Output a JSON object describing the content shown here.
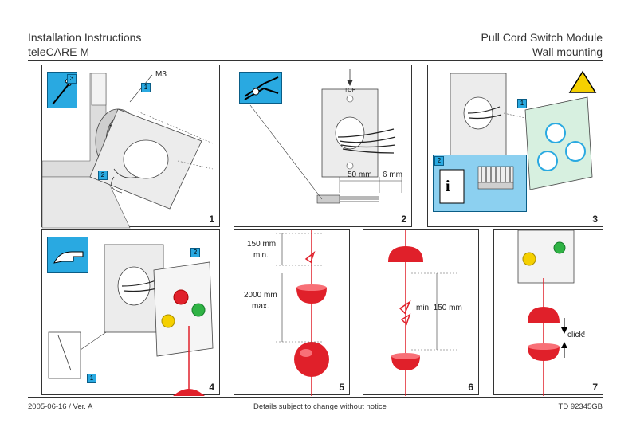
{
  "header": {
    "left_line1": "Installation Instructions",
    "left_line2": "teleCARE M",
    "right_line1": "Pull Cord Switch Module",
    "right_line2": "Wall mounting"
  },
  "footer": {
    "date_version": "2005-06-16 / Ver. A",
    "notice": "Details subject to change without notice",
    "doc_id": "TD 92345GB"
  },
  "panels": [
    {
      "number": "1",
      "screw_label": "M3",
      "tags": [
        "1",
        "2"
      ]
    },
    {
      "number": "2",
      "top_label": "TOP",
      "dim_a": "50 mm",
      "dim_b": "6 mm"
    },
    {
      "number": "3",
      "tags": [
        "1",
        "2"
      ]
    },
    {
      "number": "4",
      "tags": [
        "1",
        "2"
      ]
    },
    {
      "number": "5",
      "dim_top": "150 mm",
      "dim_top_suffix": "min.",
      "dim_mid": "2000 mm",
      "dim_mid_suffix": "max."
    },
    {
      "number": "6",
      "dim": "min. 150 mm"
    },
    {
      "number": "7",
      "click": "click!"
    }
  ],
  "colors": {
    "accent_blue": "#29a9e1",
    "cord_red": "#e0202a",
    "warning_yellow": "#f5d000"
  }
}
